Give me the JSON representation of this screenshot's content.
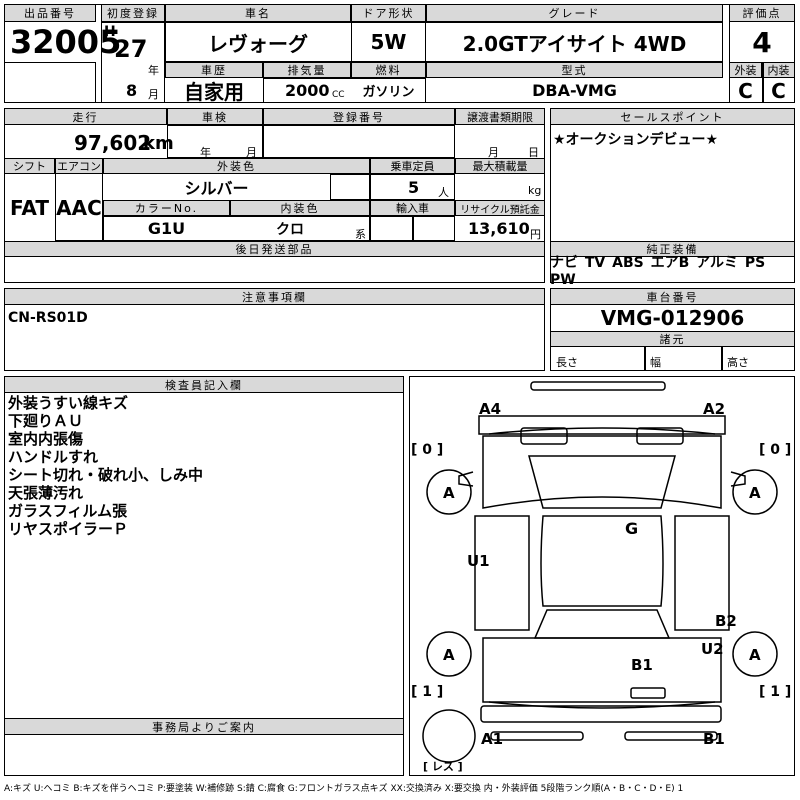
{
  "headers": {
    "lot_no": "出品番号",
    "first_reg": "初度登録",
    "car_name": "車名",
    "door": "ドア形状",
    "grade": "グレード",
    "score": "評価点",
    "history": "車歴",
    "displacement": "排気量",
    "fuel": "燃料",
    "model_code": "型式",
    "exterior": "外装",
    "interior": "内装",
    "mileage": "走行",
    "inspection": "車検",
    "registration": "登録番号",
    "transfer_deadline": "譲渡書類期限",
    "sales_point": "セールスポイント",
    "shift": "シフト",
    "aircon": "エアコン",
    "ext_color": "外装色",
    "capacity": "乗車定員",
    "max_load": "最大積載量",
    "color_no": "カラーNo.",
    "int_color": "内装色",
    "import": "輸入車",
    "recycle": "リサイクル預託金",
    "later_parts": "後日発送部品",
    "genuine_equip": "純正装備",
    "caution": "注意事項欄",
    "chassis_no": "車台番号",
    "dimensions": "諸元",
    "inspector": "検査員記入欄",
    "office_notice": "事務局よりご案内"
  },
  "values": {
    "lot_no": "32005",
    "era": "H",
    "year": "27",
    "year_unit": "年",
    "month": "8",
    "month_unit": "月",
    "car_name": "レヴォーグ",
    "door": "5W",
    "grade": "2.0GTアイサイト 4WD",
    "score": "4",
    "history": "自家用",
    "displacement": "2000",
    "cc_unit": "CC",
    "fuel": "ガソリン",
    "model_code": "DBA-VMG",
    "exterior_score": "C",
    "interior_score": "C",
    "mileage": "97,602",
    "km_unit": "km",
    "insp_year_unit": "年",
    "insp_month_unit": "月",
    "transfer_month_unit": "月",
    "transfer_day_unit": "日",
    "sales_point": "★オークションデビュー★",
    "shift": "FAT",
    "aircon": "AAC",
    "ext_color": "シルバー",
    "capacity": "5",
    "person_unit": "人",
    "kg_unit": "kg",
    "color_no": "G1U",
    "int_color": "クロ",
    "int_color_suffix": "系",
    "recycle": "13,610",
    "yen_unit": "円",
    "genuine_equip": "ナビ TV ABS エアB アルミ PS PW",
    "caution": "CN-RS01D",
    "chassis_no": "VMG-012906",
    "length": "長さ",
    "width": "幅",
    "height": "高さ"
  },
  "inspector_notes": [
    "外装うすい線キズ",
    "下廻りＡＵ",
    "室内内張傷",
    "ハンドルすれ",
    "シート切れ・破れ小、しみ中",
    "天張薄汚れ",
    "ガラスフィルム張",
    "リヤスポイラーＰ"
  ],
  "diagram": {
    "a4": "A4",
    "a2": "A2",
    "g": "G",
    "u1": "U1",
    "b2": "B2",
    "u2": "U2",
    "b1": "B1",
    "a1": "A1",
    "b1_rear": "B1",
    "tire_fl": "A",
    "tire_fr": "A",
    "tire_rl": "A",
    "tire_rr": "A",
    "tread_fl": "[ 0 ]",
    "tread_fr": "[ 0 ]",
    "tread_rl": "[ 1 ]",
    "tread_rr": "[ 1 ]",
    "spare": "[ レス ]"
  },
  "legend": "A:キズ U:ヘコミ B:キズを伴うヘコミ P:要塗装 W:補修跡 S:錆 C:腐食 G:フロントガラス点キズ XX:交換済み X:要交換 内・外装評価 5段階ランク順(A・B・C・D・E) 1"
}
